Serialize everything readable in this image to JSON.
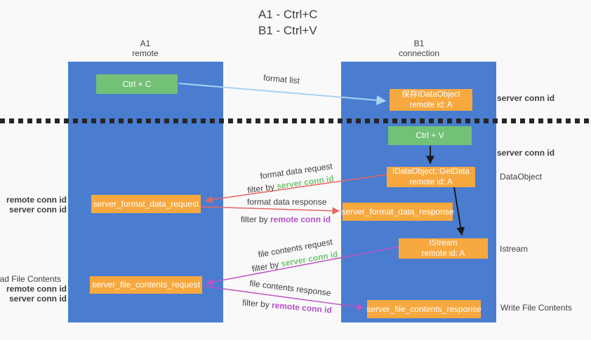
{
  "title": {
    "line1": "A1 - Ctrl+C",
    "line2": "B1 - Ctrl+V"
  },
  "lanes": {
    "left": {
      "title": "A1",
      "subtitle": "remote"
    },
    "right": {
      "title": "B1",
      "subtitle": "connection"
    }
  },
  "boxes": {
    "ctrl_c": {
      "label": "Ctrl + C"
    },
    "ctrl_v": {
      "label": "Ctrl + V"
    },
    "save_idataobject": {
      "line1": "保存IDataObject",
      "line2": "remote id: A"
    },
    "getdata": {
      "line1": "IDataObject::GetData",
      "line2": "remote id: A"
    },
    "istream": {
      "line1": "IStream",
      "line2": "remote id: A"
    },
    "server_format_data_request": {
      "label": "server_format_data_request"
    },
    "server_format_data_response": {
      "label": "server_format_data_response"
    },
    "server_file_contents_request": {
      "label": "server_file_contents_request"
    },
    "server_file_contents_response": {
      "label": "server_file_contents_response"
    }
  },
  "arrow_labels": {
    "format_list": "format list",
    "format_data_request": "format data request",
    "format_data_response": "format data response",
    "file_contents_request": "file contents request",
    "file_contents_response": "file contents response",
    "filter_by": "filter by ",
    "server_conn_id": "server conn id",
    "remote_conn_id": "remote conn id"
  },
  "side_labels": {
    "server_conn_id_top": "server conn id",
    "server_conn_id_mid": "server conn id",
    "dataobject": "DataObject",
    "istream": "Istream",
    "write_file_contents": "Write File Contents",
    "read_file_contents": "Read File Contents",
    "remote_conn_id_left_1": "remote conn id",
    "server_conn_id_left_1": "server conn id",
    "remote_conn_id_left_2": "remote conn id",
    "server_conn_id_left_2": "server conn id"
  },
  "colors": {
    "lane_blue": "#4a7dd0",
    "box_green": "#73c077",
    "box_orange": "#f7a83e",
    "arrow_light_blue": "#a9d2f0",
    "arrow_red": "#e7645f",
    "arrow_magenta": "#bc55c5",
    "arrow_black": "#1a1a1a",
    "text_green": "#72c472",
    "text_purple": "#b152c8",
    "text_dark": "#3f3f3f",
    "bg": "#f9f9f9",
    "dotted": "#262626"
  }
}
